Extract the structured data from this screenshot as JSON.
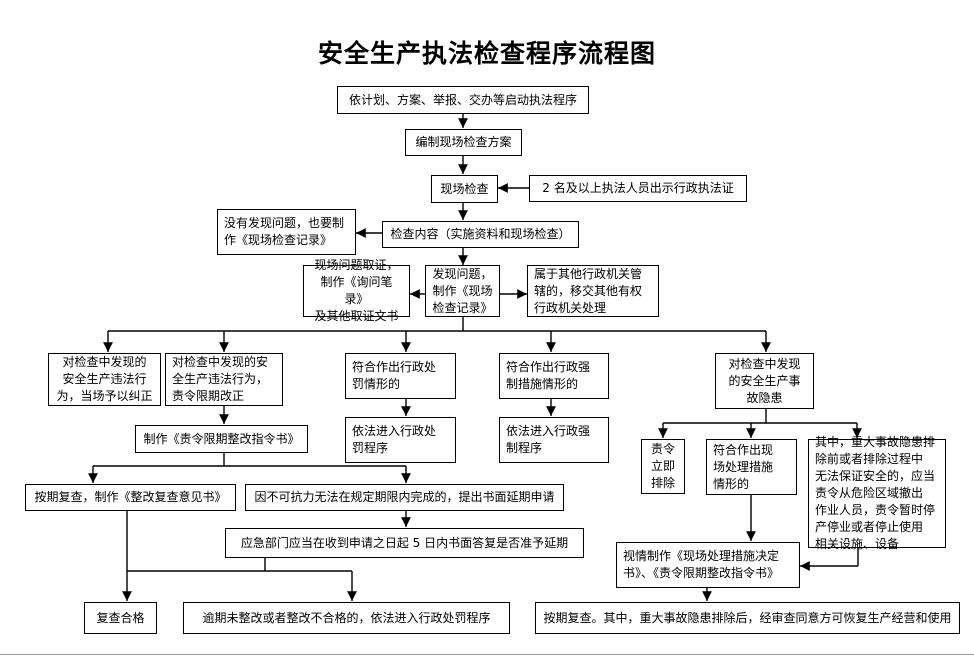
{
  "title": "安全生产执法检查程序流程图",
  "nodes": {
    "start": "依计划、方案、举报、交办等启动执法程序",
    "plan": "编制现场检查方案",
    "inspect": "现场检查",
    "credential": "2 名及以上执法人员出示行政执法证",
    "no_problem": "没有发现问题，也要制\n作《现场检查记录》",
    "content": "检查内容（实施资料和现场检查）",
    "evidence": "现场问题取证，\n制作《询问笔录》\n及其他取证文书",
    "found": "发现问题，\n制作《现场\n检查记录》",
    "other_agency": "属于其他行政机关管\n辖的，移交其他有权\n行政机关处理",
    "violation_now": "对检查中发现的\n安全生产违法行\n为，当场予以纠正",
    "violation_deadline": "对检查中发现的安\n全生产违法行为，\n责令限期改正",
    "penalty": "符合作出行政处\n罚情形的",
    "coercive": "符合作出行政强\n制措施情形的",
    "hazard": "对检查中发现\n的安全生产事\n故隐患",
    "rectify_order": "制作《责令限期整改指令书》",
    "penalty_proc": "依法进入行政处\n罚程序",
    "coercive_proc": "依法进入行政强\n制程序",
    "immediate": "责令\n立即\n排除",
    "onsite_measures": "符合作出现\n场处理措施\n情形的",
    "major_hazard": "其中，重大事故隐患排\n除前或者排除过程中\n无法保证安全的，应当\n责令从危险区域撤出\n作业人员，责令暂时停\n产停业或者停止使用\n相关设施、设备",
    "recheck": "按期复查，制作《整改复查意见书》",
    "force_majeure": "因不可抗力无法在规定期限内完成的，提出书面延期申请",
    "extension_reply": "应急部门应当在收到申请之日起 5 日内书面答复是否准予延期",
    "decision_docs": "视情制作《现场处理措施决定\n书》、《责令限期整改指令书》",
    "pass": "复查合格",
    "overdue": "逾期未整改或者整改不合格的，依法进入行政处罚程序",
    "final_recheck": "按期复查。其中，重大事故隐患排除后，经审查同意方可恢复生产经营和使用"
  }
}
